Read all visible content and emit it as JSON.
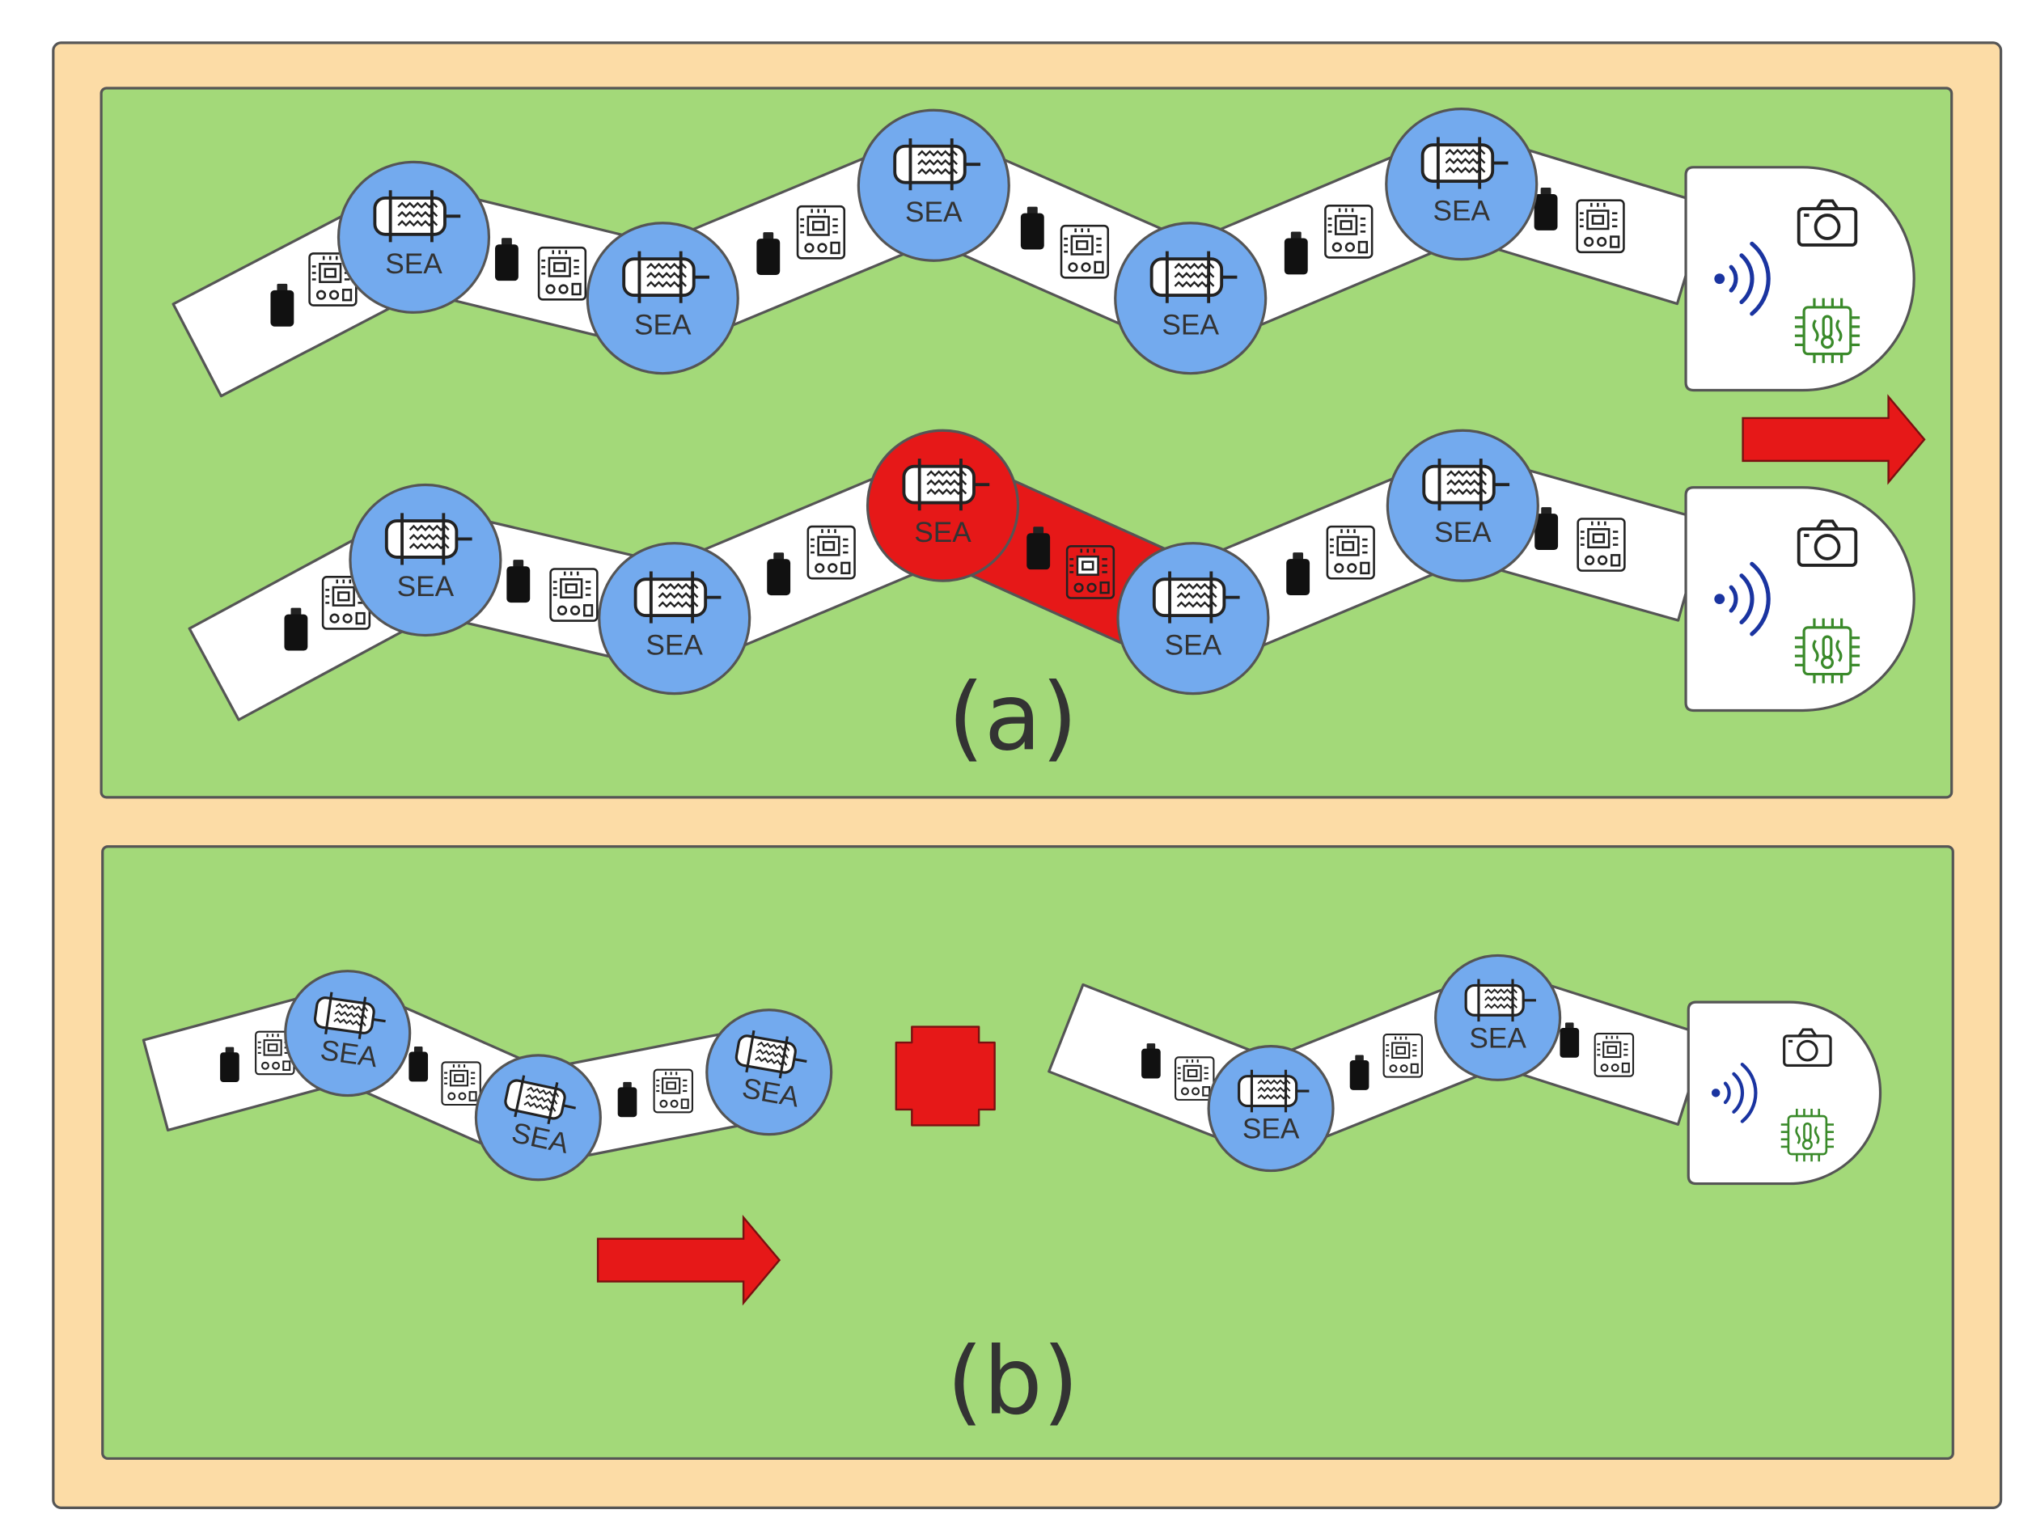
{
  "diagram": {
    "module_label": "SEA",
    "panel_a_label": "(a)",
    "panel_b_label": "(b)",
    "icons": [
      "battery-icon",
      "circuit-board-icon",
      "actuator-icon",
      "wifi-icon",
      "camera-icon",
      "temperature-sensor-icon",
      "arrow-right-icon",
      "plus-icon"
    ],
    "colors": {
      "frame": "#fcdca6",
      "panel": "#a3d979",
      "joint": "#73aaee",
      "link": "#ffffff",
      "failure": "#e61818",
      "wifi": "#1a34a0",
      "sensor": "#3a8a2a"
    }
  }
}
